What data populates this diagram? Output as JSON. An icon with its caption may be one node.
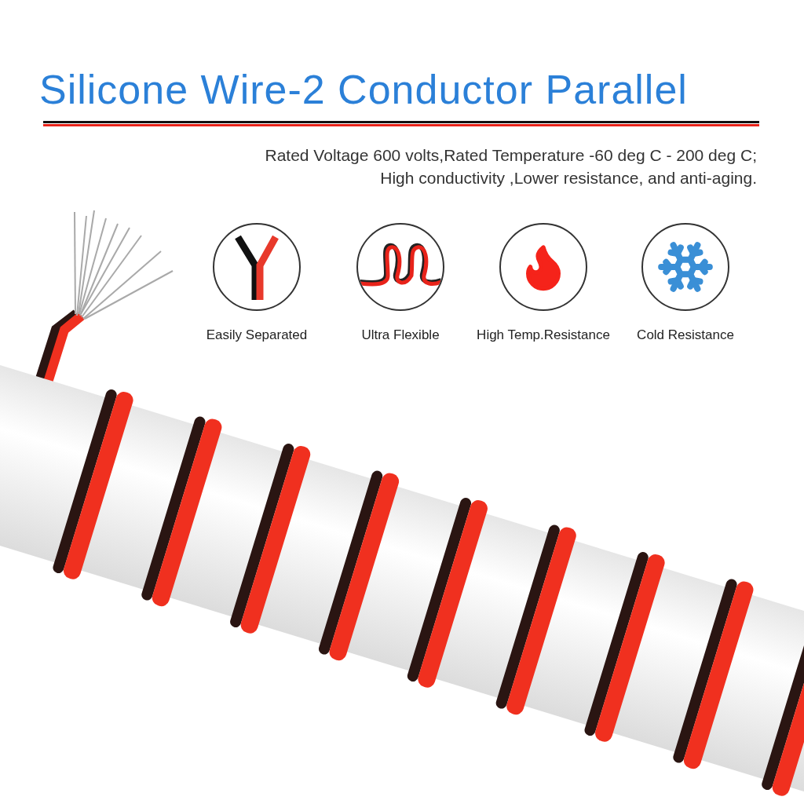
{
  "diagram": {
    "title": "Silicone Wire-2 Conductor Parallel",
    "nodes": [
      {
        "text": [
          "Easily Separated"
        ]
      },
      {
        "text": [
          "Ultra Flexible"
        ]
      },
      {
        "text": [
          "High Temp.Resistance"
        ]
      },
      {
        "text": [
          "Cold Resistance"
        ]
      }
    ],
    "labels": [
      "Rated Voltage 600 volts,Rated Temperature -60 deg C - 200 deg C;",
      "High conductivity ,Lower resistance, and anti-aging."
    ]
  }
}
